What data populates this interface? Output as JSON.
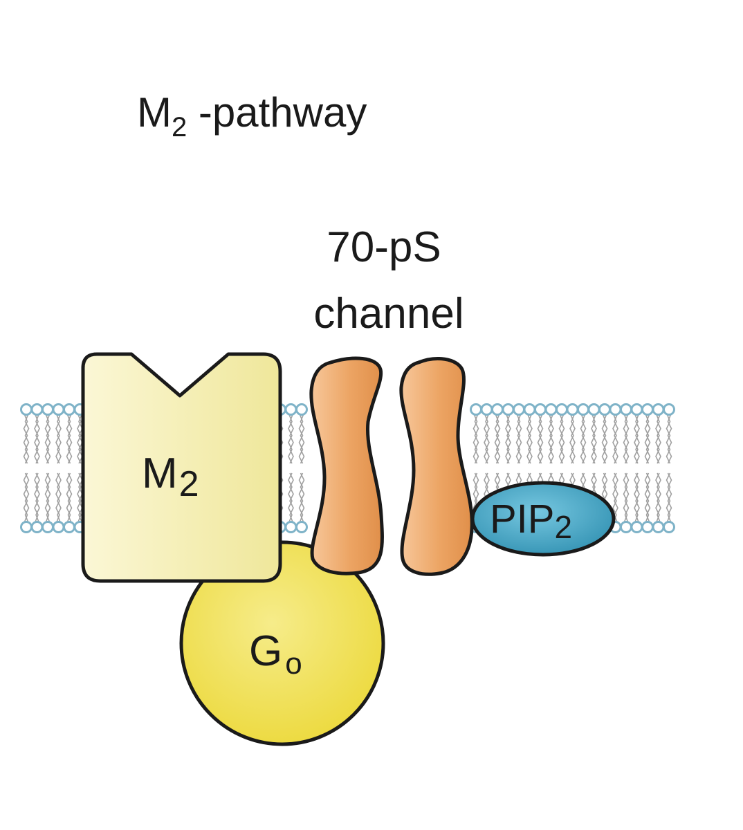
{
  "title": {
    "main": "M",
    "subscript": "2",
    "suffix": " -pathway"
  },
  "channel_label": {
    "line1": "70-pS",
    "line2": "channel"
  },
  "receptor_label": {
    "main": "M",
    "subscript": "2"
  },
  "gprotein_label": {
    "main": "G",
    "subscript": "o"
  },
  "pip_label": {
    "main": "PIP",
    "subscript": "2"
  },
  "colors": {
    "membrane_head": "#7fb3c8",
    "membrane_tail": "#a0a0a0",
    "receptor_fill": "#f4eeae",
    "gprotein_fill": "#f0e15e",
    "channel_fill": "#eba568",
    "pip_fill": "#3c9fbf",
    "outline": "#1a1a1a"
  }
}
